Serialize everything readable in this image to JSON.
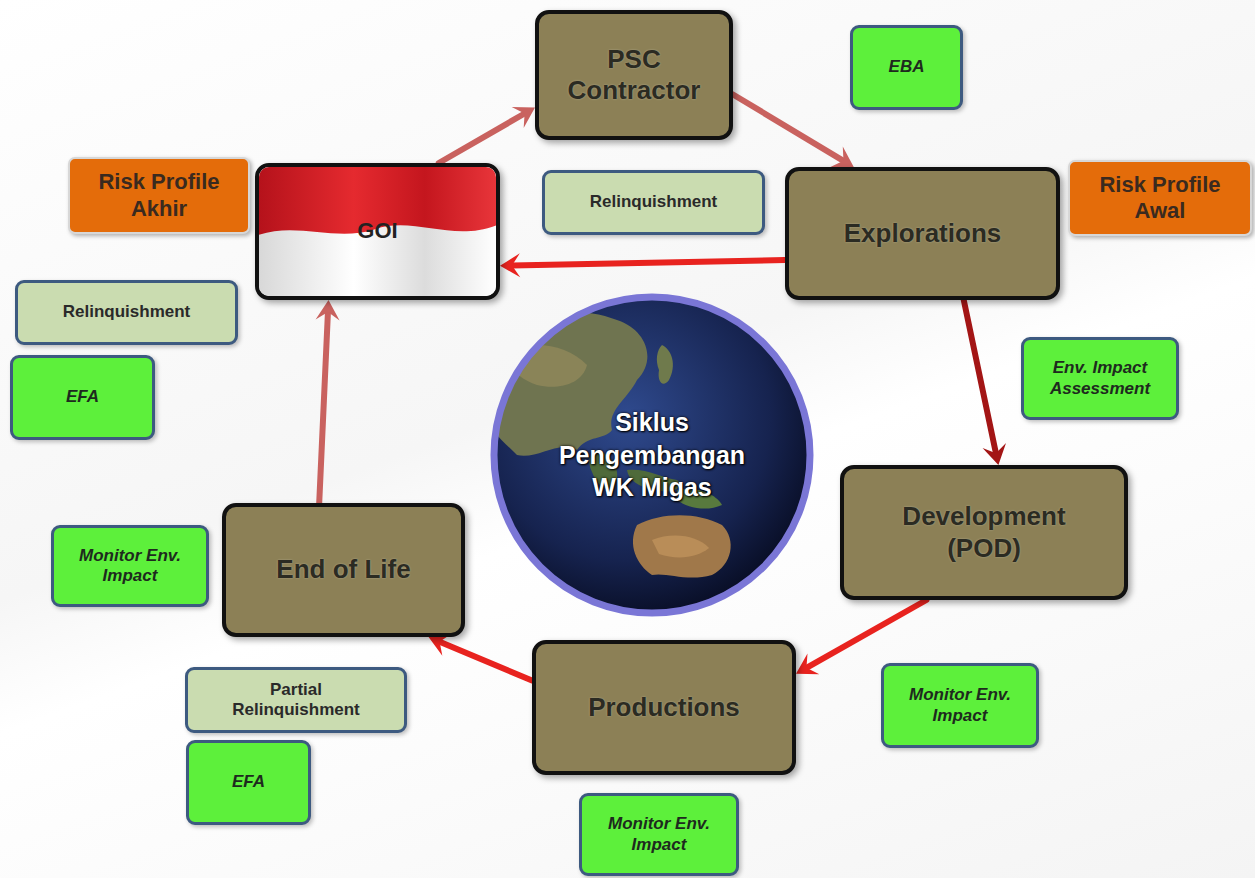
{
  "diagram": {
    "nodes": [
      {
        "text": [
          "PSC Contractor"
        ]
      },
      {
        "text": [
          "EBA"
        ]
      },
      {
        "text": [
          "Risk Profile Akhir"
        ]
      },
      {
        "text": [
          "GOI"
        ]
      },
      {
        "text": [
          "Relinquishment"
        ]
      },
      {
        "text": [
          "Explorations"
        ]
      },
      {
        "text": [
          "Risk Profile Awal"
        ]
      },
      {
        "text": [
          "Relinquishment"
        ]
      },
      {
        "text": [
          "Env. Impact Assessment"
        ]
      },
      {
        "text": [
          "EFA"
        ]
      },
      {
        "text": [
          "Siklus Pengembangan WK Migas"
        ]
      },
      {
        "text": [
          "Development (POD)"
        ]
      },
      {
        "text": [
          "Monitor Env. Impact"
        ]
      },
      {
        "text": [
          "End of Life"
        ]
      },
      {
        "text": [
          "Productions"
        ]
      },
      {
        "text": [
          "Monitor Env. Impact"
        ]
      },
      {
        "text": [
          "Partial Relinquishment"
        ]
      },
      {
        "text": [
          "EFA"
        ]
      },
      {
        "text": [
          "Monitor Env. Impact"
        ]
      }
    ],
    "edges": [
      {
        "from": 3,
        "to": 0,
        "arrow": "to"
      },
      {
        "from": 0,
        "to": 5,
        "arrow": "to"
      },
      {
        "from": 5,
        "to": 3,
        "arrow": "to"
      },
      {
        "from": 5,
        "to": 11,
        "arrow": "to"
      },
      {
        "from": 11,
        "to": 14,
        "arrow": "to"
      },
      {
        "from": 14,
        "to": 13,
        "arrow": "to"
      },
      {
        "from": 13,
        "to": 3,
        "arrow": "to"
      }
    ]
  }
}
